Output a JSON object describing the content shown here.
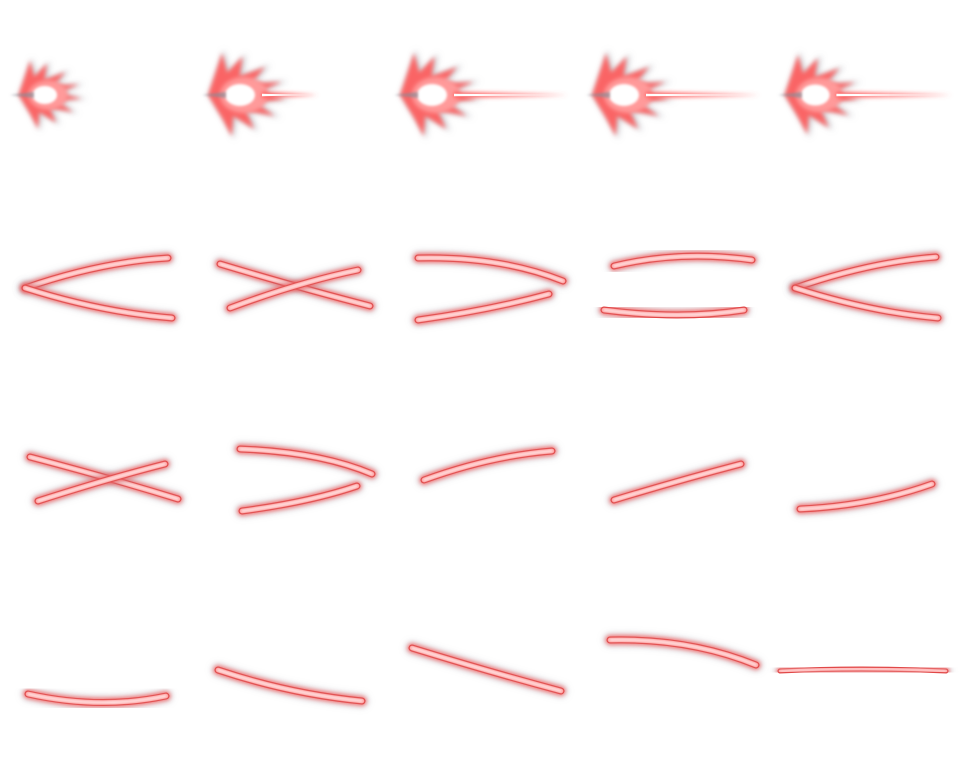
{
  "sprite_sheet": {
    "columns": 5,
    "rows": 4,
    "frame_count": 20,
    "colors": {
      "background": "#ffffff",
      "core": "#ffffff",
      "glow": "#ff5a5a",
      "glow_light": "#ff9a9a",
      "edge": "#e04848",
      "smoke": "#8a8a95"
    },
    "frames": [
      {
        "kind": "burst",
        "scale": 0.82,
        "beam": 0
      },
      {
        "kind": "burst",
        "scale": 1.0,
        "beam": 0.35
      },
      {
        "kind": "burst",
        "scale": 1.0,
        "beam": 1.0
      },
      {
        "kind": "burst",
        "scale": 1.0,
        "beam": 1.0
      },
      {
        "kind": "burst",
        "scale": 0.96,
        "beam": 1.0
      },
      {
        "kind": "beams",
        "pose": "v-open"
      },
      {
        "kind": "beams",
        "pose": "cross"
      },
      {
        "kind": "beams",
        "pose": "converge"
      },
      {
        "kind": "beams",
        "pose": "parallel"
      },
      {
        "kind": "beams",
        "pose": "v-open"
      },
      {
        "kind": "beams",
        "pose": "cross"
      },
      {
        "kind": "beams",
        "pose": "converge"
      },
      {
        "kind": "beams",
        "pose": "single-up"
      },
      {
        "kind": "beams",
        "pose": "single-up-low"
      },
      {
        "kind": "beams",
        "pose": "single-shallow"
      },
      {
        "kind": "beams",
        "pose": "single-sag"
      },
      {
        "kind": "beams",
        "pose": "single-down"
      },
      {
        "kind": "beams",
        "pose": "single-down-steep"
      },
      {
        "kind": "beams",
        "pose": "single-arch"
      },
      {
        "kind": "beams",
        "pose": "single-flat"
      }
    ]
  }
}
